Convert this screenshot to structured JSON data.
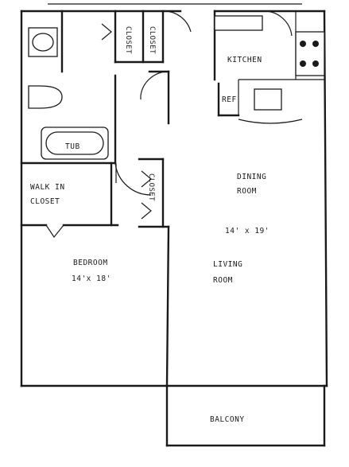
{
  "rooms": {
    "kitchen": "KITCHEN",
    "ref": "REF",
    "dining": "DINING",
    "dining_room": "ROOM",
    "living_dining_size": "14' x 19'",
    "living": "LIVING",
    "living_room": "ROOM",
    "bedroom": "BEDROOM",
    "bedroom_size": "14'x 18'",
    "walk_in": "WALK IN",
    "walk_in_closet": "CLOSET",
    "tub": "TUB",
    "closet_1": "CLOSET",
    "closet_2": "CLOSET",
    "closet_3": "CLOSET",
    "balcony": "BALCONY"
  }
}
